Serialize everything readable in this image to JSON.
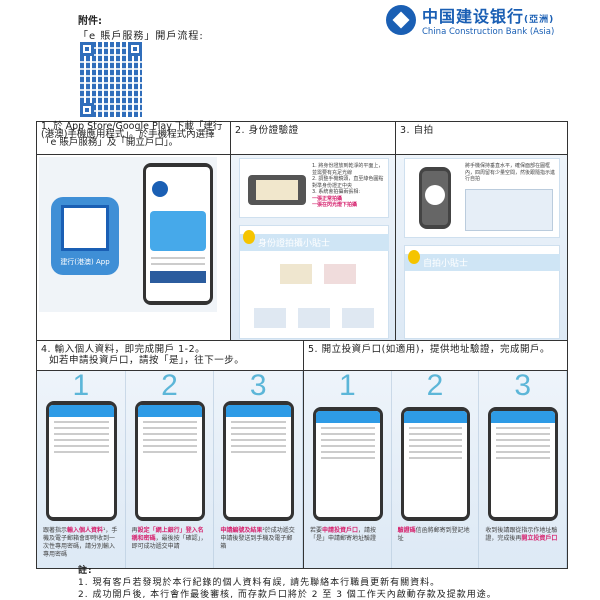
{
  "header": {
    "attachment": "附件:",
    "flow_title": "「e 賬戶服務」開戶流程:",
    "logo": {
      "name_cn": "中国建设银行",
      "suffix": "(亞洲)",
      "name_en": "China Construction Bank (Asia)"
    },
    "brand_color": "#1a5fb4",
    "accent_pink": "#d6246f"
  },
  "steps": [
    {
      "label": "1. 於 App Store/Google Play 下載「建行(港澳)手機應用程式」。於手機程式內選擇「e 賬戶服務」及「開立戶口」。",
      "app_label": "建行(港澳) App"
    },
    {
      "label": "2. 身份證驗證",
      "points": [
        "1. 將身份證放到乾淨的平面上，並需要有充足光線",
        "2. 調整手機鏡頭，直至綠色圓點對準身份證正中央",
        "3. 系統會拍攝兩張相:"
      ],
      "bullets": [
        "一張正常拍攝",
        "一張在閃光燈下拍攝"
      ],
      "tip_title": "身份證拍攝小貼士"
    },
    {
      "label": "3. 自拍",
      "instruction": "將手機保持垂直水平，確保面部在圓框內，四周留有少量空間，然後跟隨指示進行自拍",
      "tip_title": "自拍小貼士"
    },
    {
      "label": "4. 輸入個人資料，即完成開戶 1-2。",
      "label2": "如若申請投資戶口，請按「是」，往下一步。",
      "panels": [
        {
          "num": "1",
          "pre": "跟著指示",
          "hl": "輸入個人資料",
          "post": "¹，手機及電子郵箱會即時收到一次性專用密碼，請分別輸入專用密碼"
        },
        {
          "num": "2",
          "pre": "再",
          "hl": "設定「網上銀行」登入名稱和密碼",
          "post": "，最後按「確認」，即可成功遞交申請"
        },
        {
          "num": "3",
          "pre": "",
          "hl": "申請編號及結果",
          "post": "²於成功遞交申請後發送到手機及電子郵箱"
        }
      ]
    },
    {
      "label": "5. 開立投資戶口(如適用)，提供地址驗證，完成開戶。",
      "panels": [
        {
          "num": "1",
          "pre": "若要",
          "hl": "申請投資戶口",
          "post": "，請按「是」申請郵寄地址驗證"
        },
        {
          "num": "2",
          "pre": "",
          "hl": "驗證碼",
          "post": "信函將郵寄到登記地址"
        },
        {
          "num": "3",
          "pre": "收到後請跟從指示作地址驗證，完成後再",
          "hl": "開立投資戶口",
          "post": ""
        }
      ]
    }
  ],
  "notes": {
    "title": "註:",
    "items": [
      "1. 現有客戶若發現於本行紀錄的個人資料有誤, 請先聯絡本行職員更新有關資料。",
      "2. 成功開戶後, 本行會作最後審核, 而存款戶口將於 2 至 3 個工作天內啟動存款及提款用途。"
    ]
  }
}
